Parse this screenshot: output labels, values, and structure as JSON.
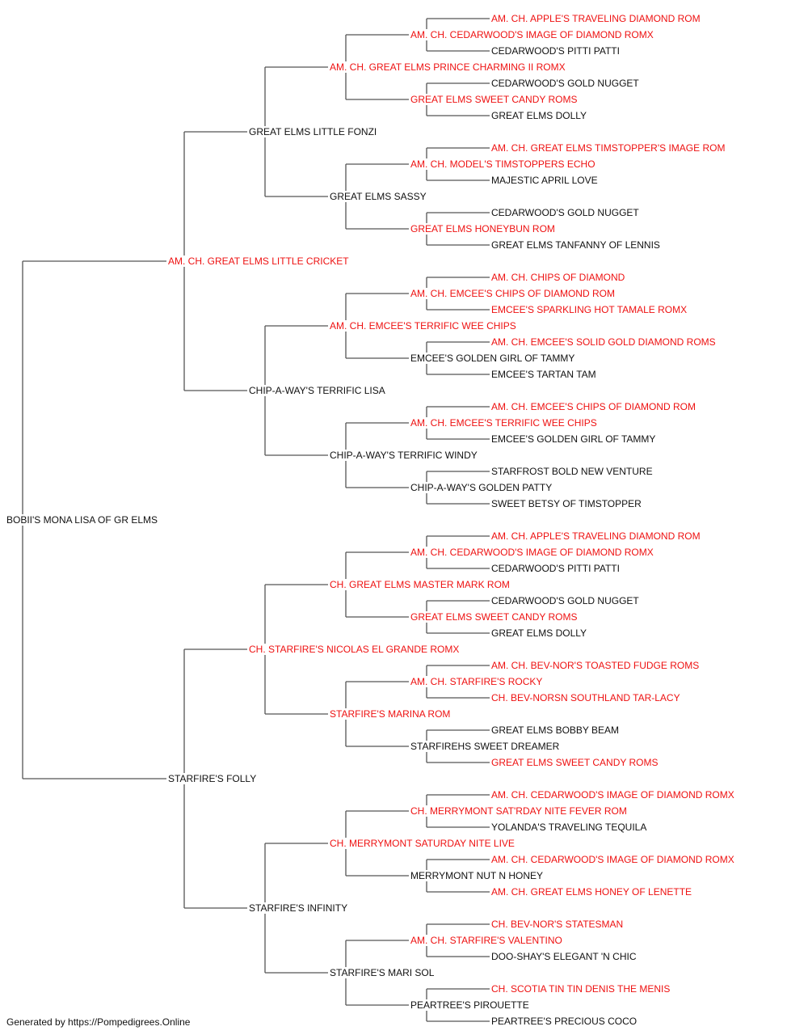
{
  "colors": {
    "champion": "#ee1111",
    "normal": "#111111",
    "line": "#555555"
  },
  "pedigree": {
    "name": "BOBII'S MONA LISA OF GR ELMS",
    "champion": false,
    "sire": {
      "name": "AM. CH. GREAT ELMS LITTLE CRICKET",
      "champion": true,
      "sire": {
        "name": "GREAT ELMS LITTLE FONZI",
        "champion": false,
        "sire": {
          "name": "AM. CH. GREAT ELMS PRINCE CHARMING II ROMX",
          "champion": true,
          "sire": {
            "name": "AM. CH. CEDARWOOD'S IMAGE OF DIAMOND ROMX",
            "champion": true,
            "sire": {
              "name": "AM. CH. APPLE'S TRAVELING DIAMOND ROM",
              "champion": true
            },
            "dam": {
              "name": "CEDARWOOD'S PITTI PATTI",
              "champion": false
            }
          },
          "dam": {
            "name": "GREAT ELMS SWEET CANDY ROMS",
            "champion": true,
            "sire": {
              "name": "CEDARWOOD'S GOLD NUGGET",
              "champion": false
            },
            "dam": {
              "name": "GREAT ELMS DOLLY",
              "champion": false
            }
          }
        },
        "dam": {
          "name": "GREAT ELMS SASSY",
          "champion": false,
          "sire": {
            "name": "AM. CH. MODEL'S TIMSTOPPERS ECHO",
            "champion": true,
            "sire": {
              "name": "AM. CH. GREAT ELMS TIMSTOPPER'S IMAGE ROM",
              "champion": true
            },
            "dam": {
              "name": "MAJESTIC APRIL LOVE",
              "champion": false
            }
          },
          "dam": {
            "name": "GREAT ELMS HONEYBUN ROM",
            "champion": true,
            "sire": {
              "name": "CEDARWOOD'S GOLD NUGGET",
              "champion": false
            },
            "dam": {
              "name": "GREAT ELMS TANFANNY OF LENNIS",
              "champion": false
            }
          }
        }
      },
      "dam": {
        "name": "CHIP-A-WAY'S TERRIFIC LISA",
        "champion": false,
        "sire": {
          "name": "AM. CH. EMCEE'S TERRIFIC WEE CHIPS",
          "champion": true,
          "sire": {
            "name": "AM. CH. EMCEE'S CHIPS OF DIAMOND ROM",
            "champion": true,
            "sire": {
              "name": "AM. CH. CHIPS OF DIAMOND",
              "champion": true
            },
            "dam": {
              "name": "EMCEE'S SPARKLING HOT TAMALE ROMX",
              "champion": true
            }
          },
          "dam": {
            "name": "EMCEE'S GOLDEN GIRL OF TAMMY",
            "champion": false,
            "sire": {
              "name": "AM. CH. EMCEE'S SOLID GOLD DIAMOND ROMS",
              "champion": true
            },
            "dam": {
              "name": "EMCEE'S TARTAN TAM",
              "champion": false
            }
          }
        },
        "dam": {
          "name": "CHIP-A-WAY'S TERRIFIC WINDY",
          "champion": false,
          "sire": {
            "name": "AM. CH. EMCEE'S TERRIFIC WEE CHIPS",
            "champion": true,
            "sire": {
              "name": "AM. CH. EMCEE'S CHIPS OF DIAMOND ROM",
              "champion": true
            },
            "dam": {
              "name": "EMCEE'S GOLDEN GIRL OF TAMMY",
              "champion": false
            }
          },
          "dam": {
            "name": "CHIP-A-WAY'S GOLDEN PATTY",
            "champion": false,
            "sire": {
              "name": "STARFROST BOLD NEW VENTURE",
              "champion": false
            },
            "dam": {
              "name": "SWEET BETSY OF TIMSTOPPER",
              "champion": false
            }
          }
        }
      }
    },
    "dam": {
      "name": "STARFIRE'S FOLLY",
      "champion": false,
      "sire": {
        "name": "CH. STARFIRE'S NICOLAS EL GRANDE ROMX",
        "champion": true,
        "sire": {
          "name": "CH. GREAT ELMS MASTER MARK ROM",
          "champion": true,
          "sire": {
            "name": "AM. CH. CEDARWOOD'S IMAGE OF DIAMOND ROMX",
            "champion": true,
            "sire": {
              "name": "AM. CH. APPLE'S TRAVELING DIAMOND ROM",
              "champion": true
            },
            "dam": {
              "name": "CEDARWOOD'S PITTI PATTI",
              "champion": false
            }
          },
          "dam": {
            "name": "GREAT ELMS SWEET CANDY ROMS",
            "champion": true,
            "sire": {
              "name": "CEDARWOOD'S GOLD NUGGET",
              "champion": false
            },
            "dam": {
              "name": "GREAT ELMS DOLLY",
              "champion": false
            }
          }
        },
        "dam": {
          "name": "STARFIRE'S MARINA ROM",
          "champion": true,
          "sire": {
            "name": "AM. CH. STARFIRE'S ROCKY",
            "champion": true,
            "sire": {
              "name": "AM. CH. BEV-NOR'S TOASTED FUDGE ROMS",
              "champion": true
            },
            "dam": {
              "name": "CH. BEV-NORSN SOUTHLAND TAR-LACY",
              "champion": true
            }
          },
          "dam": {
            "name": "STARFIREHS SWEET DREAMER",
            "champion": false,
            "sire": {
              "name": "GREAT ELMS BOBBY BEAM",
              "champion": false
            },
            "dam": {
              "name": "GREAT ELMS SWEET CANDY ROMS",
              "champion": true
            }
          }
        }
      },
      "dam": {
        "name": "STARFIRE'S INFINITY",
        "champion": false,
        "sire": {
          "name": "CH. MERRYMONT SATURDAY NITE LIVE",
          "champion": true,
          "sire": {
            "name": "CH. MERRYMONT SAT'RDAY NITE FEVER ROM",
            "champion": true,
            "sire": {
              "name": "AM. CH. CEDARWOOD'S IMAGE OF DIAMOND ROMX",
              "champion": true
            },
            "dam": {
              "name": "YOLANDA'S TRAVELING TEQUILA",
              "champion": false
            }
          },
          "dam": {
            "name": "MERRYMONT NUT N HONEY",
            "champion": false,
            "sire": {
              "name": "AM. CH. CEDARWOOD'S IMAGE OF DIAMOND ROMX",
              "champion": true
            },
            "dam": {
              "name": "AM. CH. GREAT ELMS HONEY OF LENETTE",
              "champion": true
            }
          }
        },
        "dam": {
          "name": "STARFIRE'S MARI SOL",
          "champion": false,
          "sire": {
            "name": "AM. CH. STARFIRE'S VALENTINO",
            "champion": true,
            "sire": {
              "name": "CH. BEV-NOR'S STATESMAN",
              "champion": true
            },
            "dam": {
              "name": "DOO-SHAY'S ELEGANT 'N CHIC",
              "champion": false
            }
          },
          "dam": {
            "name": "PEARTREE'S PIROUETTE",
            "champion": false,
            "sire": {
              "name": "CH. SCOTIA TIN TIN DENIS THE MENIS",
              "champion": true
            },
            "dam": {
              "name": "PEARTREE'S PRECIOUS COCO",
              "champion": false
            }
          }
        }
      }
    }
  },
  "footer": {
    "text": "Generated by https://Pompedigrees.Online"
  }
}
